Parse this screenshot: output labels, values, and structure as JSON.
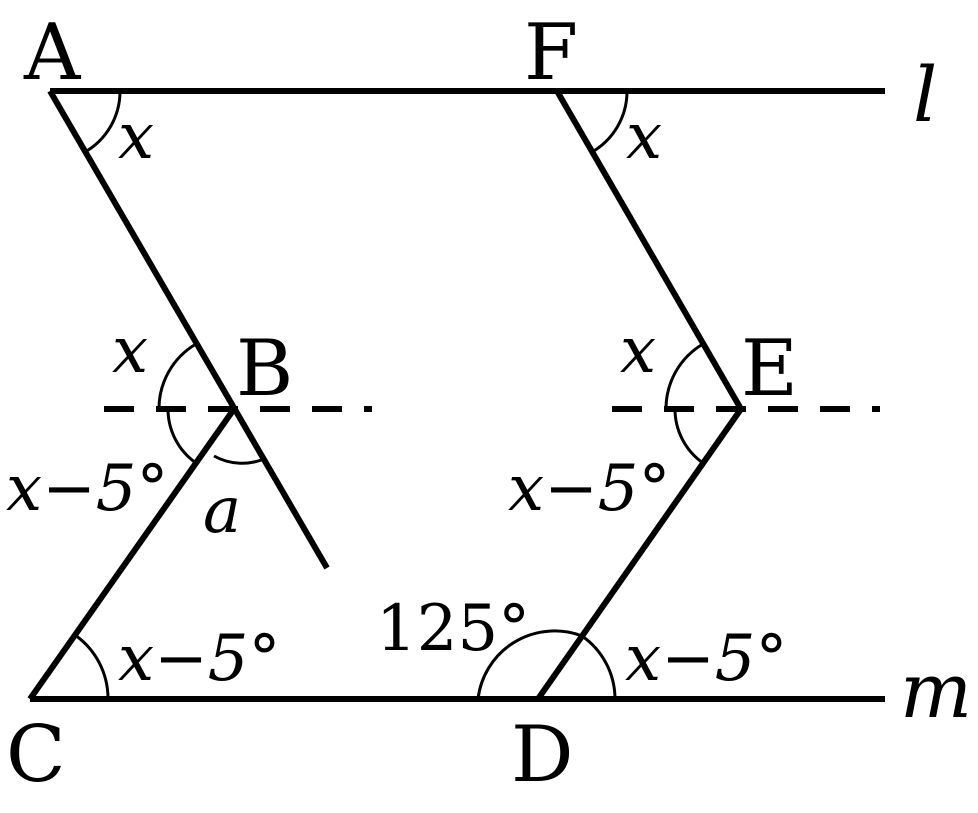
{
  "points": {
    "A": "A",
    "F": "F",
    "B": "B",
    "E": "E",
    "C": "C",
    "D": "D"
  },
  "lines": {
    "l": "l",
    "m": "m"
  },
  "angles": {
    "A": "x",
    "F": "x",
    "B_upper": "x",
    "E_upper": "x",
    "B_lower": "x−5°",
    "E_lower": "x−5°",
    "C": "x−5°",
    "D_right": "x−5°",
    "D_left": "125°",
    "a": "a"
  }
}
